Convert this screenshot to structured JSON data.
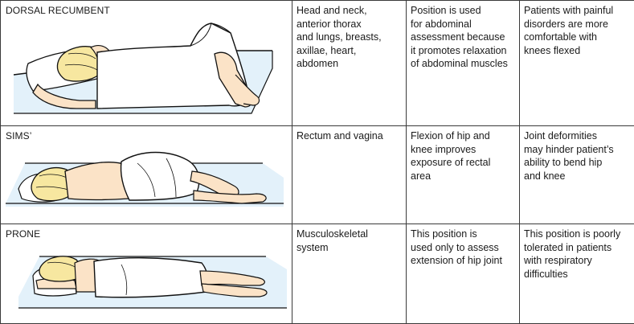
{
  "table": {
    "rows": [
      {
        "position": "DORSAL RECUMBENT",
        "areas": "Head and neck,\nanterior thorax\nand lungs, breasts,\naxillae, heart,\nabdomen",
        "rationale": "Position is used\nfor abdominal\nassessment because\nit promotes relaxation\nof abdominal muscles",
        "limitations": "Patients with painful\ndisorders are more\ncomfortable with\nknees flexed",
        "illustration_icon": "patient-dorsal-recumbent-illustration"
      },
      {
        "position": "SIMS’",
        "areas": "Rectum and vagina",
        "rationale": "Flexion of hip and\nknee improves\nexposure of rectal\narea",
        "limitations": "Joint deformities\nmay hinder patient’s\nability to bend hip\nand knee",
        "illustration_icon": "patient-sims-illustration"
      },
      {
        "position": "PRONE",
        "areas": "Musculoskeletal\nsystem",
        "rationale": "This position is\nused only to assess\nextension of hip joint",
        "limitations": "This position is poorly\ntolerated in patients\nwith respiratory\ndifficulties",
        "illustration_icon": "patient-prone-illustration"
      }
    ]
  },
  "colors": {
    "skin": "#fbe3c7",
    "hair": "#f7e7a0",
    "sheet": "#ffffff",
    "table_surface": "#e3f1fa",
    "outline": "#111111",
    "grid_line": "#3a3a3a"
  }
}
